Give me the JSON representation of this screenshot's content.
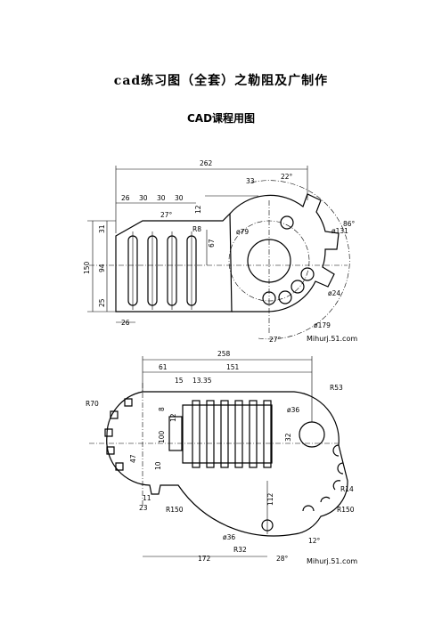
{
  "document": {
    "title": "cad练习图（全套）之勒阻及广制作",
    "subtitle": "CAD课程用图"
  },
  "drawing1": {
    "dims": {
      "overall_width": "262",
      "d26a": "26",
      "d30a": "30",
      "d30b": "30",
      "d30c": "30",
      "d33": "33",
      "angle22": "22°",
      "angle27a": "27°",
      "d12": "12",
      "r8": "R8",
      "d150": "150",
      "d31": "31",
      "d94": "94",
      "d25": "25",
      "d26b": "26",
      "d67": "67",
      "phi79": "ø79",
      "phi131": "ø131",
      "angle86": "86°",
      "phi24": "ø24",
      "phi179": "ø179",
      "angle27b": "27°"
    },
    "watermark": "Mihurj.51.com"
  },
  "drawing2": {
    "dims": {
      "overall_width": "258",
      "d61": "61",
      "d151": "151",
      "d15": "15",
      "d1335": "13.35",
      "r53": "R53",
      "r70": "R70",
      "d8": "8",
      "d12": "12",
      "phi36a": "ø36",
      "d100": "100",
      "d32": "32",
      "d47": "47",
      "d10": "10",
      "r14": "R14",
      "d11": "11",
      "d23": "23",
      "r150a": "R150",
      "r150b": "R150",
      "d112": "112",
      "phi36b": "ø36",
      "r32": "R32",
      "d12b": "12°",
      "d172": "172",
      "d28": "28°"
    },
    "watermark": "Mihurj.51.com"
  }
}
